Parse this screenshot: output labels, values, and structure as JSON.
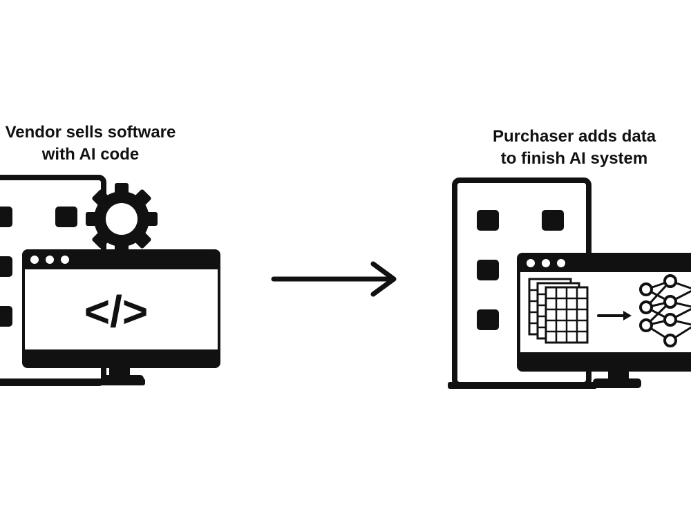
{
  "stages": [
    {
      "caption": [
        "Vendor sells software",
        "with AI code"
      ],
      "code_symbol": "</>"
    },
    {
      "caption": [
        "Purchaser adds data",
        "to finish AI system"
      ]
    }
  ],
  "icons": {
    "vendor": [
      "building-icon",
      "gear-icon",
      "monitor-icon",
      "code-icon"
    ],
    "transition": "arrow-right-icon",
    "purchaser": [
      "building-icon",
      "monitor-icon",
      "data-table-icon",
      "arrow-right-icon",
      "neural-network-icon"
    ]
  },
  "colors": {
    "ink": "#111111",
    "background": "#ffffff"
  }
}
